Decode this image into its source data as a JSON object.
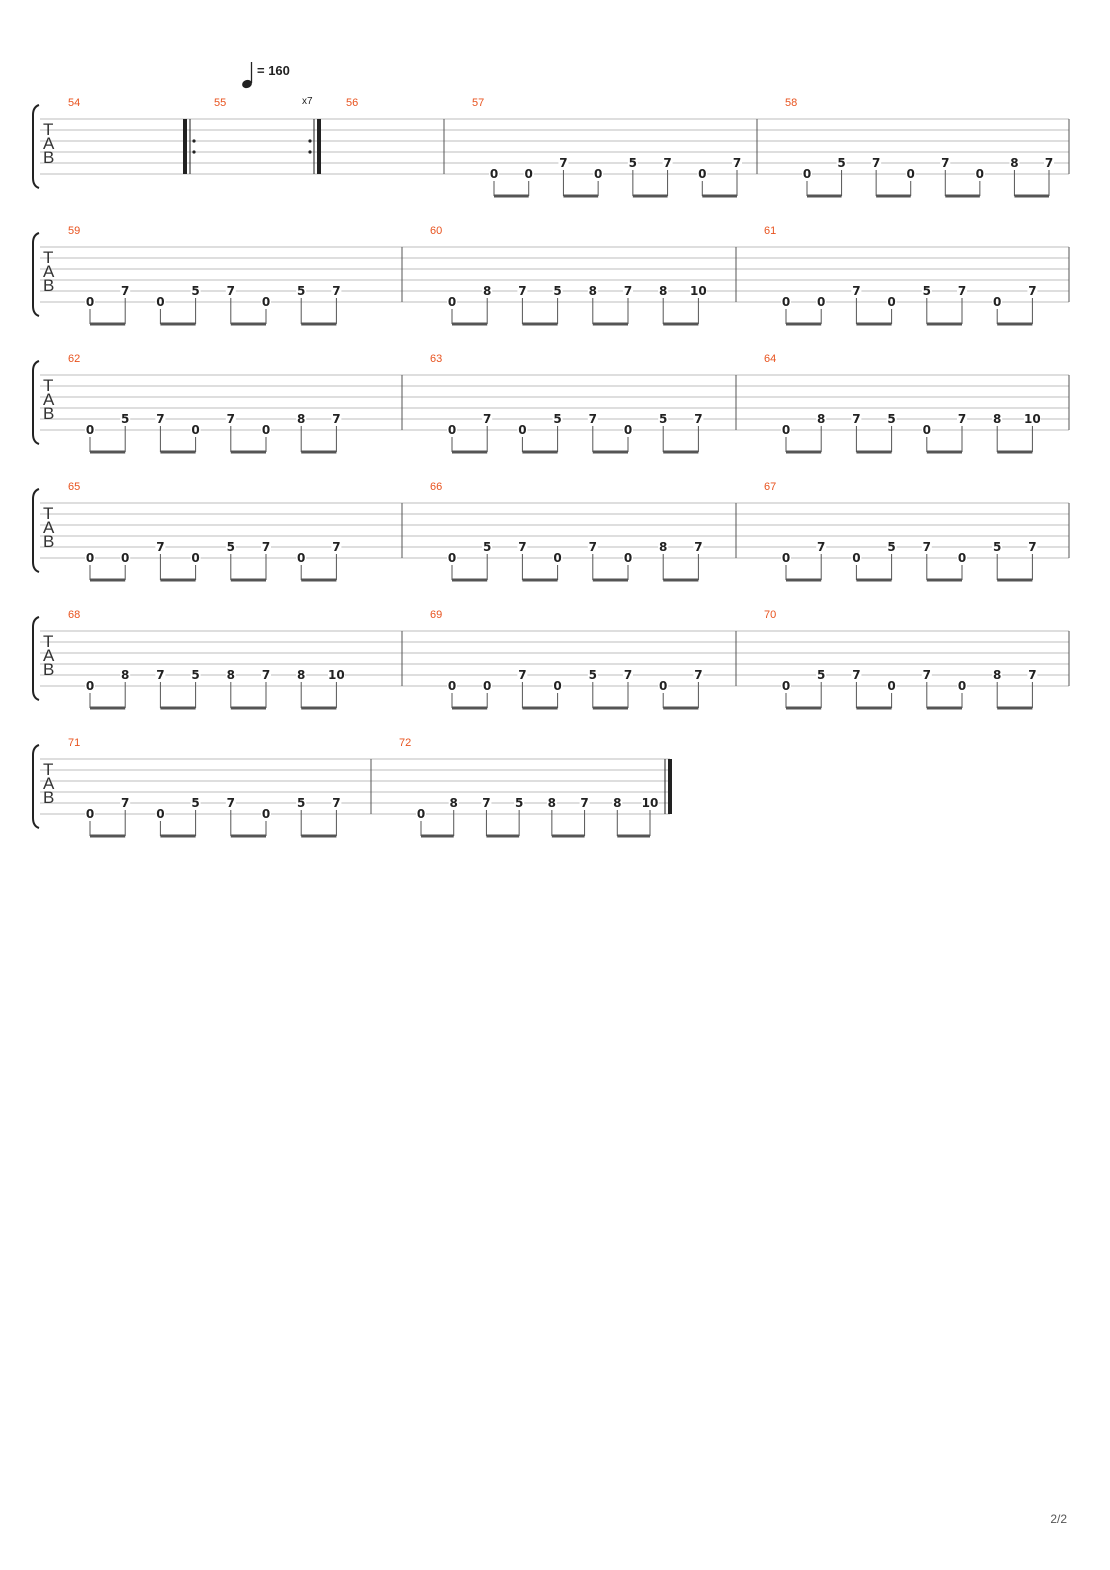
{
  "tempo": {
    "symbol": "quarter-note",
    "text": "= 160"
  },
  "repeat_count": "x7",
  "tab_letters": [
    "T",
    "A",
    "B"
  ],
  "page_indicator": "2/2",
  "systems": [
    {
      "bars": [
        {
          "number": "54",
          "notes": []
        },
        {
          "number": "55",
          "notes": [],
          "repeat_start": true,
          "repeat_end": true
        },
        {
          "number": "56",
          "notes": []
        },
        {
          "number": "57",
          "notes": [
            {
              "fret": "0",
              "string": 6
            },
            {
              "fret": "0",
              "string": 6
            },
            {
              "fret": "7",
              "string": 5
            },
            {
              "fret": "0",
              "string": 6
            },
            {
              "fret": "5",
              "string": 5
            },
            {
              "fret": "7",
              "string": 5
            },
            {
              "fret": "0",
              "string": 6
            },
            {
              "fret": "7",
              "string": 5
            }
          ]
        },
        {
          "number": "58",
          "notes": [
            {
              "fret": "0",
              "string": 6
            },
            {
              "fret": "5",
              "string": 5
            },
            {
              "fret": "7",
              "string": 5
            },
            {
              "fret": "0",
              "string": 6
            },
            {
              "fret": "7",
              "string": 5
            },
            {
              "fret": "0",
              "string": 6
            },
            {
              "fret": "8",
              "string": 5
            },
            {
              "fret": "7",
              "string": 5
            }
          ]
        }
      ]
    },
    {
      "bars": [
        {
          "number": "59",
          "notes": [
            {
              "fret": "0",
              "string": 6
            },
            {
              "fret": "7",
              "string": 5
            },
            {
              "fret": "0",
              "string": 6
            },
            {
              "fret": "5",
              "string": 5
            },
            {
              "fret": "7",
              "string": 5
            },
            {
              "fret": "0",
              "string": 6
            },
            {
              "fret": "5",
              "string": 5
            },
            {
              "fret": "7",
              "string": 5
            }
          ]
        },
        {
          "number": "60",
          "notes": [
            {
              "fret": "0",
              "string": 6
            },
            {
              "fret": "8",
              "string": 5
            },
            {
              "fret": "7",
              "string": 5
            },
            {
              "fret": "5",
              "string": 5
            },
            {
              "fret": "8",
              "string": 5
            },
            {
              "fret": "7",
              "string": 5
            },
            {
              "fret": "8",
              "string": 5
            },
            {
              "fret": "10",
              "string": 5
            }
          ]
        },
        {
          "number": "61",
          "notes": [
            {
              "fret": "0",
              "string": 6
            },
            {
              "fret": "0",
              "string": 6
            },
            {
              "fret": "7",
              "string": 5
            },
            {
              "fret": "0",
              "string": 6
            },
            {
              "fret": "5",
              "string": 5
            },
            {
              "fret": "7",
              "string": 5
            },
            {
              "fret": "0",
              "string": 6
            },
            {
              "fret": "7",
              "string": 5
            }
          ]
        }
      ]
    },
    {
      "bars": [
        {
          "number": "62",
          "notes": [
            {
              "fret": "0",
              "string": 6
            },
            {
              "fret": "5",
              "string": 5
            },
            {
              "fret": "7",
              "string": 5
            },
            {
              "fret": "0",
              "string": 6
            },
            {
              "fret": "7",
              "string": 5
            },
            {
              "fret": "0",
              "string": 6
            },
            {
              "fret": "8",
              "string": 5
            },
            {
              "fret": "7",
              "string": 5
            }
          ]
        },
        {
          "number": "63",
          "notes": [
            {
              "fret": "0",
              "string": 6
            },
            {
              "fret": "7",
              "string": 5
            },
            {
              "fret": "0",
              "string": 6
            },
            {
              "fret": "5",
              "string": 5
            },
            {
              "fret": "7",
              "string": 5
            },
            {
              "fret": "0",
              "string": 6
            },
            {
              "fret": "5",
              "string": 5
            },
            {
              "fret": "7",
              "string": 5
            }
          ]
        },
        {
          "number": "64",
          "notes": [
            {
              "fret": "0",
              "string": 6
            },
            {
              "fret": "8",
              "string": 5
            },
            {
              "fret": "7",
              "string": 5
            },
            {
              "fret": "5",
              "string": 5
            },
            {
              "fret": "0",
              "string": 6
            },
            {
              "fret": "7",
              "string": 5
            },
            {
              "fret": "8",
              "string": 5
            },
            {
              "fret": "10",
              "string": 5
            }
          ]
        }
      ]
    },
    {
      "bars": [
        {
          "number": "65",
          "notes": [
            {
              "fret": "0",
              "string": 6
            },
            {
              "fret": "0",
              "string": 6
            },
            {
              "fret": "7",
              "string": 5
            },
            {
              "fret": "0",
              "string": 6
            },
            {
              "fret": "5",
              "string": 5
            },
            {
              "fret": "7",
              "string": 5
            },
            {
              "fret": "0",
              "string": 6
            },
            {
              "fret": "7",
              "string": 5
            }
          ]
        },
        {
          "number": "66",
          "notes": [
            {
              "fret": "0",
              "string": 6
            },
            {
              "fret": "5",
              "string": 5
            },
            {
              "fret": "7",
              "string": 5
            },
            {
              "fret": "0",
              "string": 6
            },
            {
              "fret": "7",
              "string": 5
            },
            {
              "fret": "0",
              "string": 6
            },
            {
              "fret": "8",
              "string": 5
            },
            {
              "fret": "7",
              "string": 5
            }
          ]
        },
        {
          "number": "67",
          "notes": [
            {
              "fret": "0",
              "string": 6
            },
            {
              "fret": "7",
              "string": 5
            },
            {
              "fret": "0",
              "string": 6
            },
            {
              "fret": "5",
              "string": 5
            },
            {
              "fret": "7",
              "string": 5
            },
            {
              "fret": "0",
              "string": 6
            },
            {
              "fret": "5",
              "string": 5
            },
            {
              "fret": "7",
              "string": 5
            }
          ]
        }
      ]
    },
    {
      "bars": [
        {
          "number": "68",
          "notes": [
            {
              "fret": "0",
              "string": 6
            },
            {
              "fret": "8",
              "string": 5
            },
            {
              "fret": "7",
              "string": 5
            },
            {
              "fret": "5",
              "string": 5
            },
            {
              "fret": "8",
              "string": 5
            },
            {
              "fret": "7",
              "string": 5
            },
            {
              "fret": "8",
              "string": 5
            },
            {
              "fret": "10",
              "string": 5
            }
          ]
        },
        {
          "number": "69",
          "notes": [
            {
              "fret": "0",
              "string": 6
            },
            {
              "fret": "0",
              "string": 6
            },
            {
              "fret": "7",
              "string": 5
            },
            {
              "fret": "0",
              "string": 6
            },
            {
              "fret": "5",
              "string": 5
            },
            {
              "fret": "7",
              "string": 5
            },
            {
              "fret": "0",
              "string": 6
            },
            {
              "fret": "7",
              "string": 5
            }
          ]
        },
        {
          "number": "70",
          "notes": [
            {
              "fret": "0",
              "string": 6
            },
            {
              "fret": "5",
              "string": 5
            },
            {
              "fret": "7",
              "string": 5
            },
            {
              "fret": "0",
              "string": 6
            },
            {
              "fret": "7",
              "string": 5
            },
            {
              "fret": "0",
              "string": 6
            },
            {
              "fret": "8",
              "string": 5
            },
            {
              "fret": "7",
              "string": 5
            }
          ]
        }
      ]
    },
    {
      "bars": [
        {
          "number": "71",
          "notes": [
            {
              "fret": "0",
              "string": 6
            },
            {
              "fret": "7",
              "string": 5
            },
            {
              "fret": "0",
              "string": 6
            },
            {
              "fret": "5",
              "string": 5
            },
            {
              "fret": "7",
              "string": 5
            },
            {
              "fret": "0",
              "string": 6
            },
            {
              "fret": "5",
              "string": 5
            },
            {
              "fret": "7",
              "string": 5
            }
          ]
        },
        {
          "number": "72",
          "notes": [
            {
              "fret": "0",
              "string": 6
            },
            {
              "fret": "8",
              "string": 5
            },
            {
              "fret": "7",
              "string": 5
            },
            {
              "fret": "5",
              "string": 5
            },
            {
              "fret": "8",
              "string": 5
            },
            {
              "fret": "7",
              "string": 5
            },
            {
              "fret": "8",
              "string": 5
            },
            {
              "fret": "10",
              "string": 5
            }
          ],
          "final": true
        }
      ]
    }
  ]
}
